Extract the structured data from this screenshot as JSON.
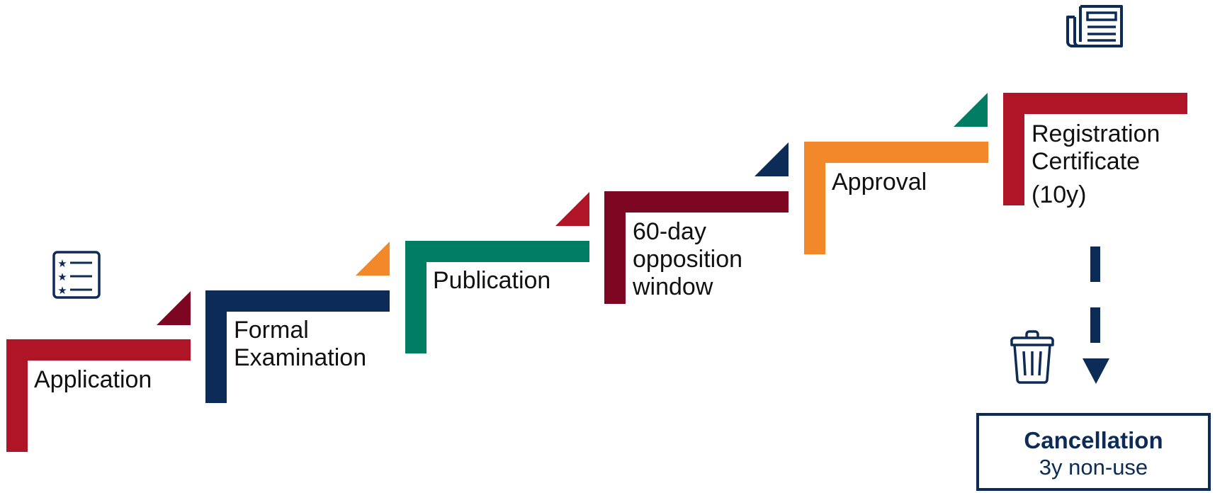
{
  "colors": {
    "red": "#b01527",
    "maroon": "#7d0623",
    "navy": "#0d2b57",
    "green": "#017d64",
    "orange": "#f2882a"
  },
  "steps": [
    {
      "name": "application",
      "lines": [
        "Application"
      ],
      "color": "#b01527",
      "corner_color": "#7d0623"
    },
    {
      "name": "formal-examination",
      "lines": [
        "Formal",
        "Examination"
      ],
      "color": "#0d2b57",
      "corner_color": "#f2882a"
    },
    {
      "name": "publication",
      "lines": [
        "Publication"
      ],
      "color": "#017d64",
      "corner_color": "#b01527"
    },
    {
      "name": "opposition-window",
      "lines": [
        "60-day",
        "opposition",
        "window"
      ],
      "color": "#7d0623",
      "corner_color": "#0d2b57"
    },
    {
      "name": "approval",
      "lines": [
        "Approval"
      ],
      "color": "#f2882a",
      "corner_color": "#017d64"
    },
    {
      "name": "registration-certificate",
      "lines": [
        "Registration",
        "Certificate",
        "(10y)"
      ],
      "color": "#b01527",
      "corner_color": null
    }
  ],
  "cancellation": {
    "title": "Cancellation",
    "subtitle": "3y non-use"
  },
  "icons": {
    "application": "checklist-icon",
    "registration": "newspaper-icon",
    "cancellation": "trash-icon"
  }
}
